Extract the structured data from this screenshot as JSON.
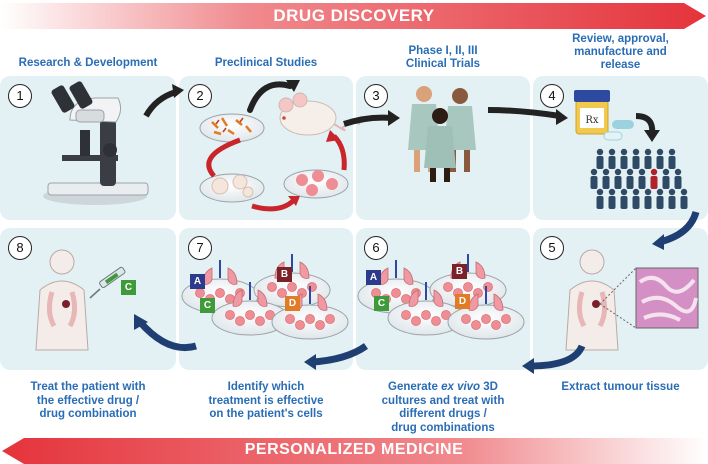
{
  "header": {
    "banner": "DRUG DISCOVERY"
  },
  "footer": {
    "banner": "PERSONALIZED MEDICINE"
  },
  "steps": [
    {
      "number": "1",
      "title": "Research & Development"
    },
    {
      "number": "2",
      "title": "Preclinical Studies"
    },
    {
      "number": "3",
      "title": "Phase I, II, III\nClinical Trials"
    },
    {
      "number": "4",
      "title": "Review, approval,\nmanufacture and\nrelease"
    },
    {
      "number": "5",
      "caption": "Extract tumour tissue"
    },
    {
      "number": "6",
      "caption_before": "Generate ",
      "caption_em": "ex vivo",
      "caption_after": " 3D\ncultures and treat with\ndifferent drugs /\ndrug combinations"
    },
    {
      "number": "7",
      "caption": "Identify which\ntreatment is effective\non the patient's cells"
    },
    {
      "number": "8",
      "caption": "Treat the patient with\nthe effective drug /\ndrug combination"
    }
  ],
  "drug_labels": {
    "a": "A",
    "b": "B",
    "c": "C",
    "d": "D"
  },
  "bottle_label": "Rx",
  "colors": {
    "banner_red": "#e5333b",
    "panel_bg": "#e3f1f4",
    "title_blue": "#2a6db5",
    "arrow_dark": "#1f3f72",
    "arrow_red": "#c8262b",
    "label_a": "#2c3b8c",
    "label_b": "#7a2228",
    "label_c": "#3f9b3a",
    "label_d": "#e07b26"
  }
}
